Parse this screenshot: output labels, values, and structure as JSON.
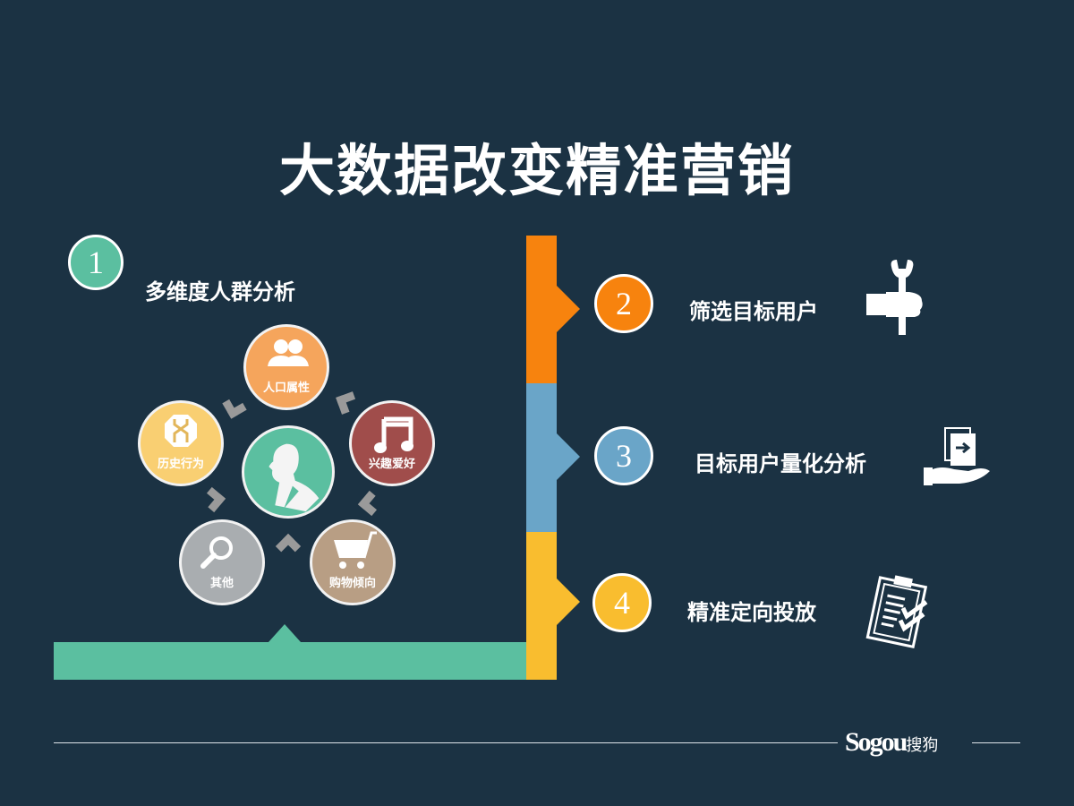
{
  "title": "大数据改变精准营销",
  "steps": [
    {
      "number": "1",
      "label": "多维度人群分析",
      "color": "#5bbfa0"
    },
    {
      "number": "2",
      "label": "筛选目标用户",
      "color": "#f7830e",
      "icon": "wrench-hand-icon"
    },
    {
      "number": "3",
      "label": "目标用户量化分析",
      "color": "#6aa5c8",
      "icon": "hand-document-icon"
    },
    {
      "number": "4",
      "label": "精准定向投放",
      "color": "#f9bd2f",
      "icon": "clipboard-check-icon"
    }
  ],
  "cycle": {
    "center_icon": "person-silhouette-icon",
    "nodes": [
      {
        "label": "人口属性",
        "icon": "users-icon",
        "color": "#f5a55c"
      },
      {
        "label": "兴趣爱好",
        "icon": "music-note-icon",
        "color": "#a04d4b"
      },
      {
        "label": "购物倾向",
        "icon": "shopping-cart-icon",
        "color": "#b89e84"
      },
      {
        "label": "其他",
        "icon": "magnifier-icon",
        "color": "#a9adb0"
      },
      {
        "label": "历史行为",
        "icon": "road-sign-icon",
        "color": "#f9cf72"
      }
    ]
  },
  "footer": {
    "logo": "Sogou",
    "logo_cn": "搜狗"
  }
}
